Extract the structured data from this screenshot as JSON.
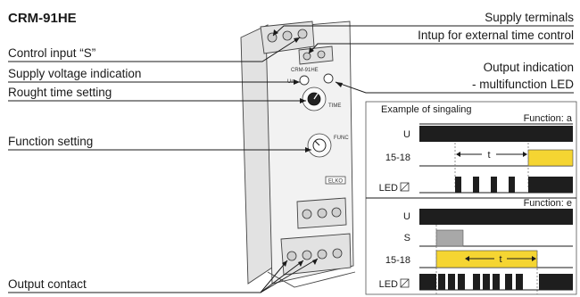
{
  "title": "CRM-91HE",
  "labels": {
    "supply_terminals": "Supply terminals",
    "external_time_control": "Intup for external time control",
    "control_input": "Control input “S”",
    "supply_voltage_indication": "Supply voltage indication",
    "rough_time_setting": "Rought time setting",
    "function_setting": "Function setting",
    "output_contact": "Output contact",
    "output_indication_line1": "Output indication",
    "output_indication_line2": "- multifunction LED"
  },
  "device": {
    "model_label": "CRM-91HE",
    "un_label": "Un",
    "time_label": "TIME",
    "func_label": "FUNC",
    "brand_label": "ELKO",
    "colors": {
      "body": "#f2f2f2",
      "outline": "#444444"
    }
  },
  "timing": {
    "title": "Example of singaling",
    "function_a": {
      "label": "Function: a",
      "rows": [
        "U",
        "15-18",
        "LED"
      ],
      "t_label": "t"
    },
    "function_e": {
      "label": "Function: e",
      "rows": [
        "U",
        "S",
        "15-18",
        "LED"
      ],
      "t_label": "t"
    },
    "colors": {
      "on": "#1e1e1e",
      "output": "#f5d532",
      "control": "#a8a8a8"
    }
  }
}
